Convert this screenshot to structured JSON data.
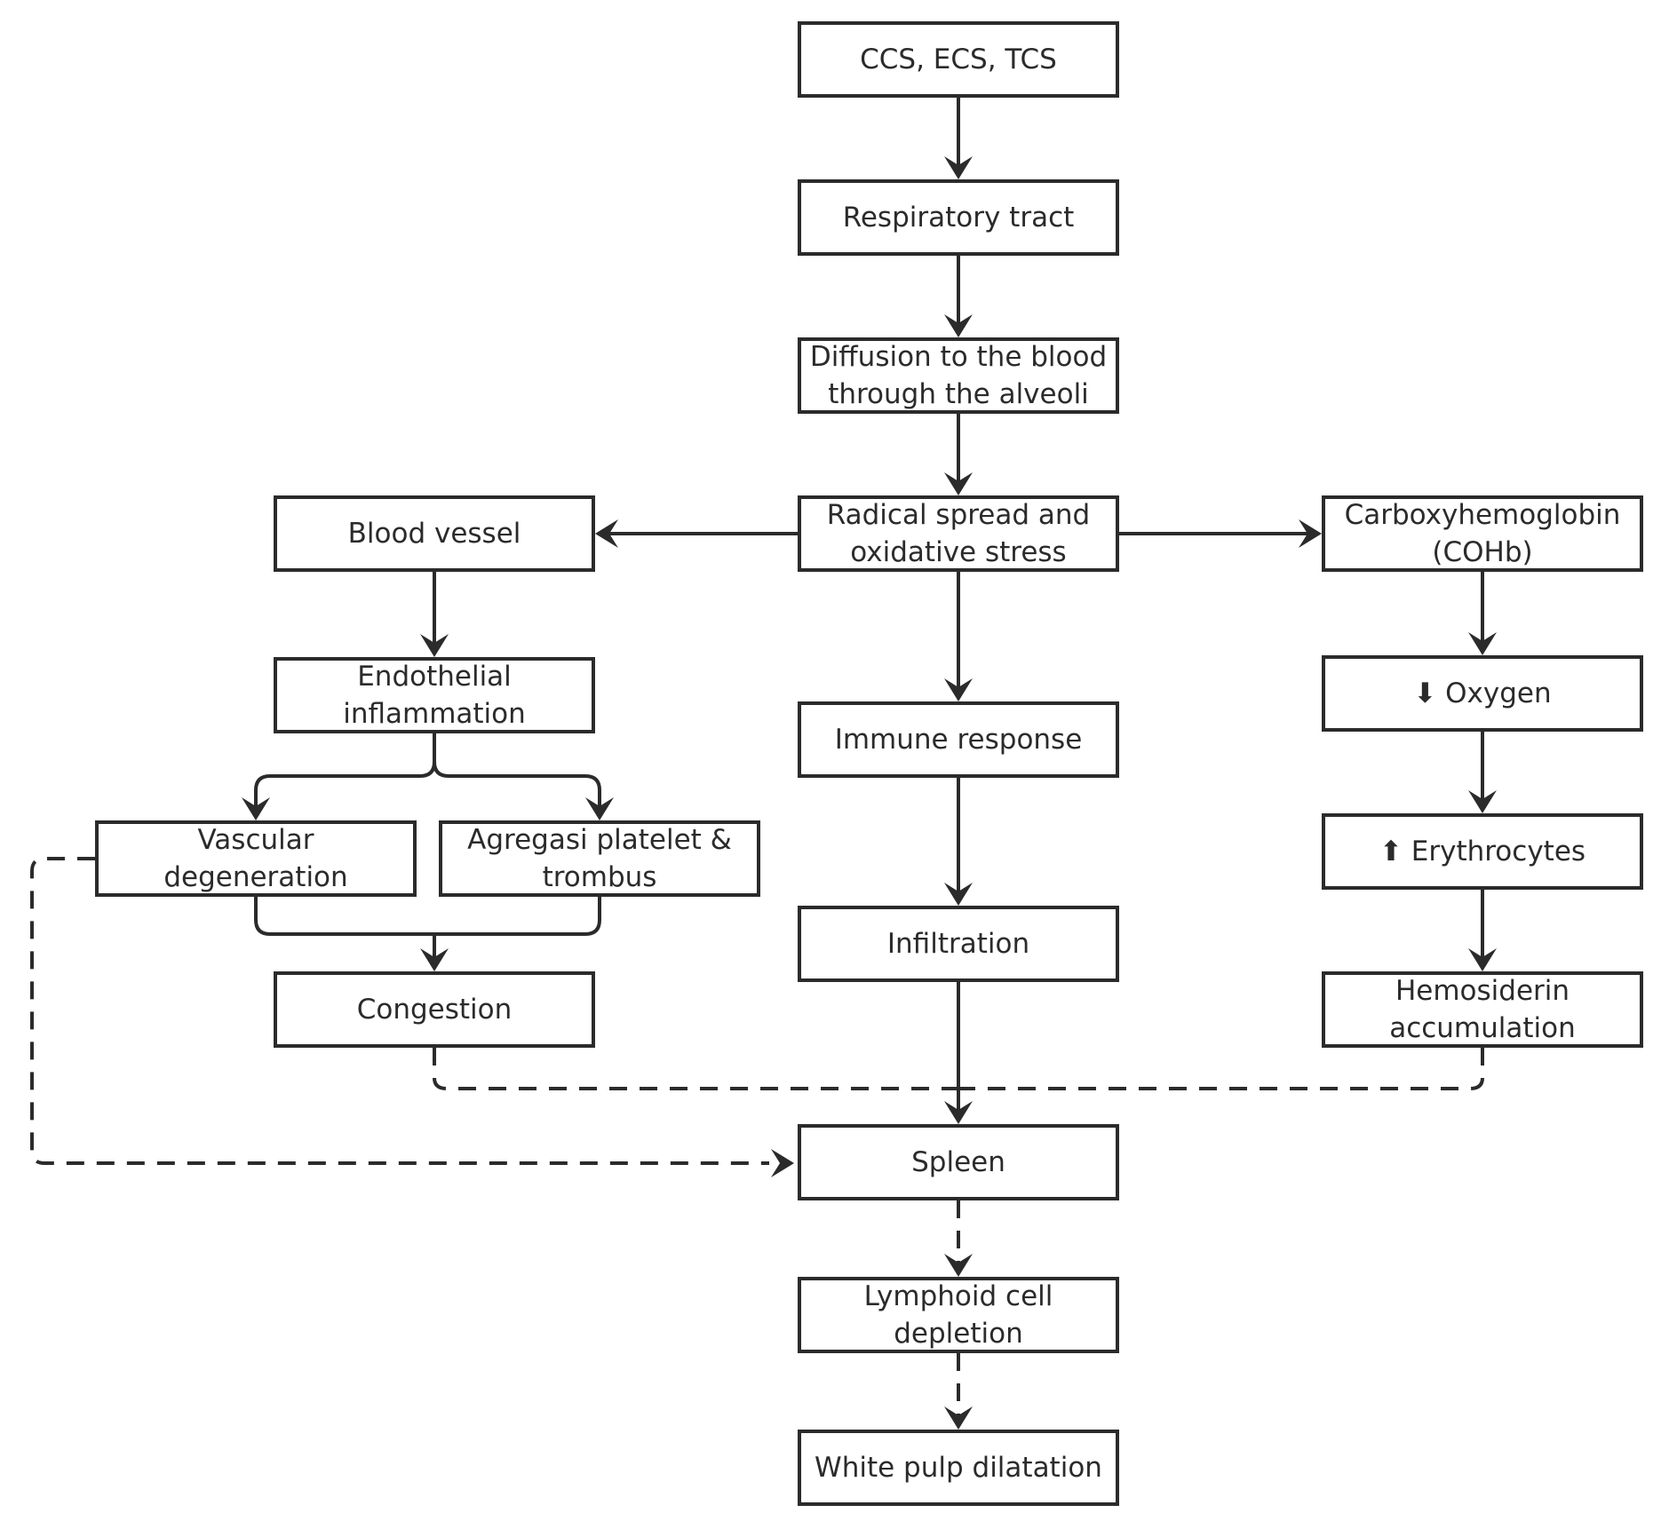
{
  "nodes": {
    "ccs": "CCS, ECS, TCS",
    "respiratory": "Respiratory tract",
    "diffusion": "Diffusion to the blood through the alveoli",
    "radical": "Radical spread and oxidative stress",
    "blood_vessel": "Blood vessel",
    "endothelial": "Endothelial inflammation",
    "vascular": "Vascular degeneration",
    "agregasi": "Agregasi platelet & trombus",
    "congestion": "Congestion",
    "immune": "Immune response",
    "infiltration": "Infiltration",
    "cohb": "Carboxyhemoglobin (COHb)",
    "oxygen": "⬇ Oxygen",
    "erythrocytes": "⬆ Erythrocytes",
    "hemosiderin": "Hemosiderin accumulation",
    "spleen": "Spleen",
    "lymphoid": "Lymphoid cell depletion",
    "white_pulp": "White pulp dilatation"
  },
  "colors": {
    "stroke": "#2b2b2b",
    "background": "#ffffff"
  }
}
